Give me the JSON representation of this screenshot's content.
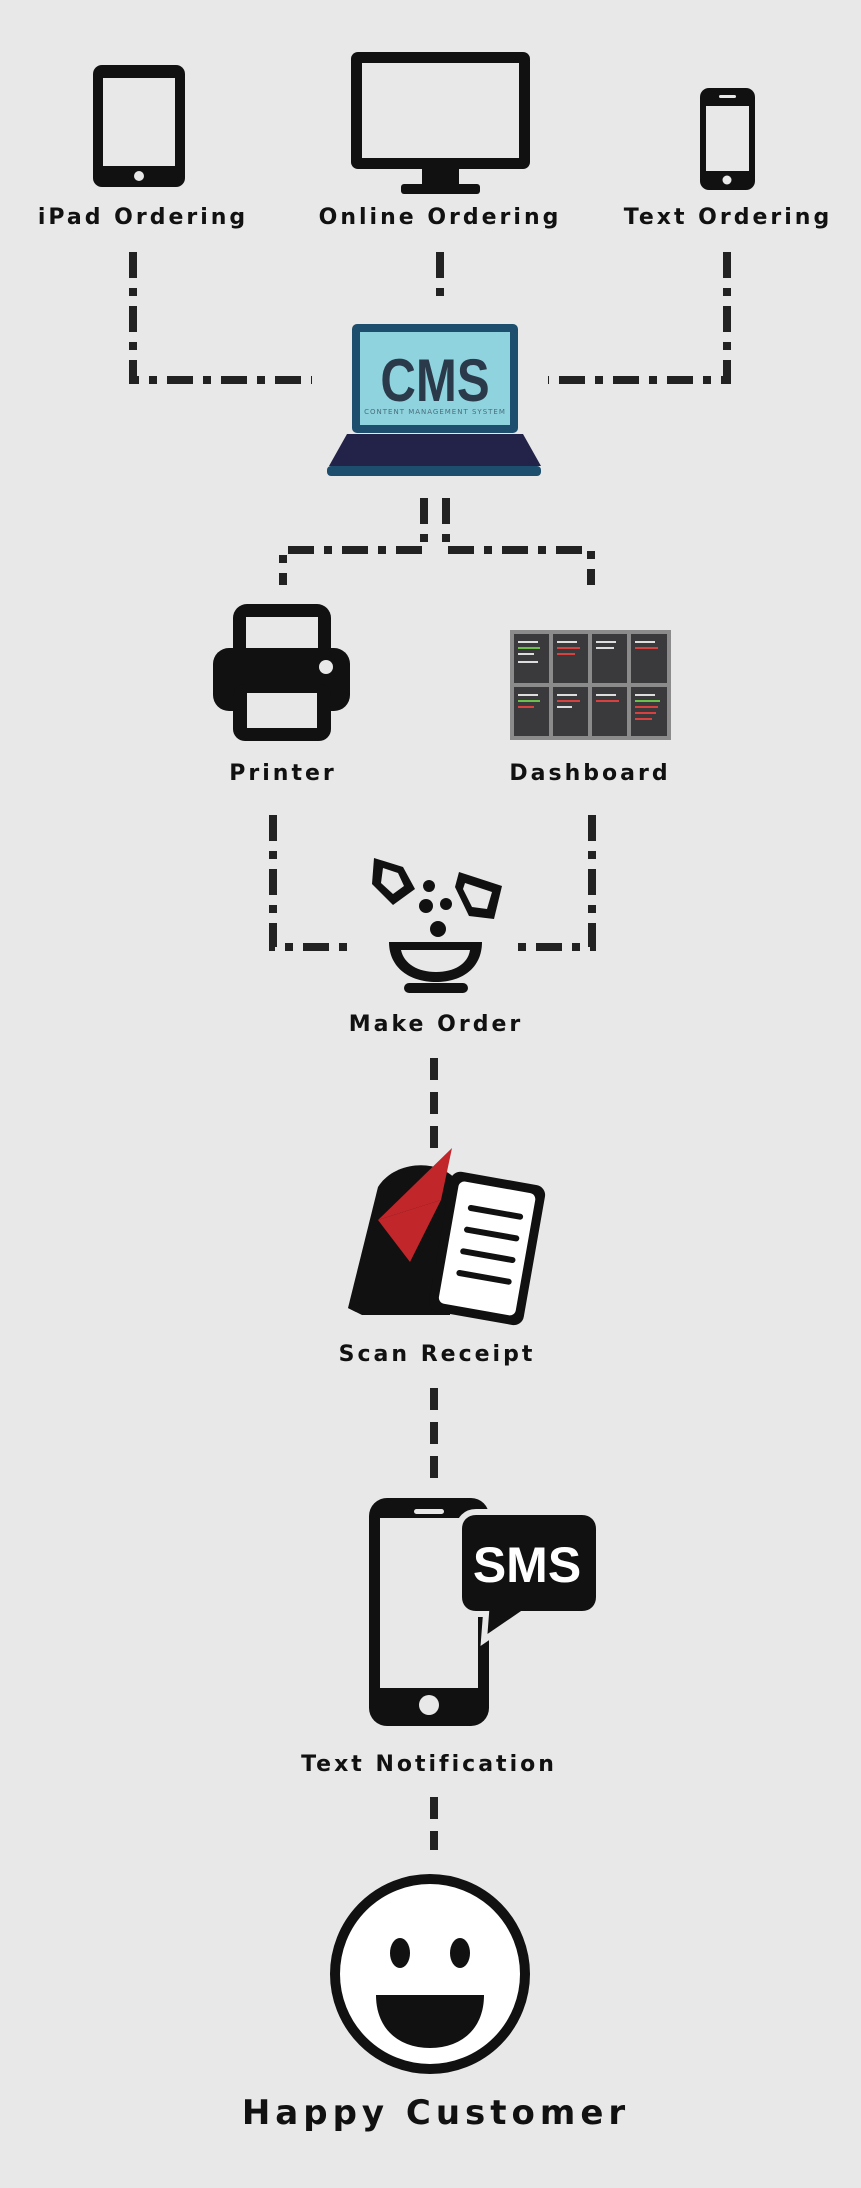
{
  "nodes": {
    "ipad": {
      "label": "iPad Ordering"
    },
    "online": {
      "label": "Online Ordering"
    },
    "text": {
      "label": "Text Ordering"
    },
    "cms": {
      "label": "CMS",
      "sublabel": "CONTENT MANAGEMENT SYSTEM"
    },
    "printer": {
      "label": "Printer"
    },
    "dashboard": {
      "label": "Dashboard"
    },
    "make_order": {
      "label": "Make Order"
    },
    "scan_receipt": {
      "label": "Scan Receipt"
    },
    "text_notification": {
      "label": "Text Notification",
      "bubble": "SMS"
    },
    "happy_customer": {
      "label": "Happy Customer"
    }
  },
  "colors": {
    "background": "#e8e8e8",
    "icon": "#111111",
    "cms_screen": "#8fd3de",
    "cms_frame": "#1d4e6e",
    "cms_base": "#23234a",
    "accent_red": "#c0262a"
  }
}
